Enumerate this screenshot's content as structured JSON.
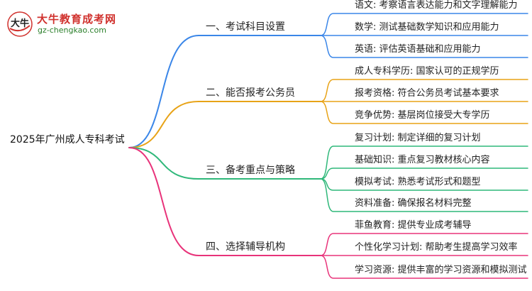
{
  "logo": {
    "title": "大牛教育成考网",
    "url": "gz-chengkao.com",
    "mark_text": "大牛",
    "colors": {
      "title": "#d0312d",
      "url": "#2a7f2a"
    }
  },
  "root": {
    "label": "2025年广州成人专科考试"
  },
  "branches": [
    {
      "label": "一、考试科目设置",
      "color": "#3a86e8",
      "children": [
        "语文: 考察语言表达能力和文字理解能力",
        "数学: 测试基础数学知识和应用能力",
        "英语: 评估英语基础和应用能力"
      ]
    },
    {
      "label": "二、能否报考公务员",
      "color": "#e8a317",
      "children": [
        "成人专科学历: 国家认可的正规学历",
        "报考资格: 符合公务员考试基本要求",
        "竞争优势: 基层岗位接受大专学历"
      ]
    },
    {
      "label": "三、备考重点与策略",
      "color": "#2fb87a",
      "children": [
        "复习计划: 制定详细的复习计划",
        "基础知识: 重点复习教材核心内容",
        "模拟考试: 熟悉考试形式和题型",
        "资料准备: 确保报名材料完整"
      ]
    },
    {
      "label": "四、选择辅导机构",
      "color": "#e8337a",
      "children": [
        "菲鱼教育: 提供专业成考辅导",
        "个性化学习计划: 帮助考生提高学习效率",
        "学习资源: 提供丰富的学习资源和模拟测试"
      ]
    }
  ]
}
